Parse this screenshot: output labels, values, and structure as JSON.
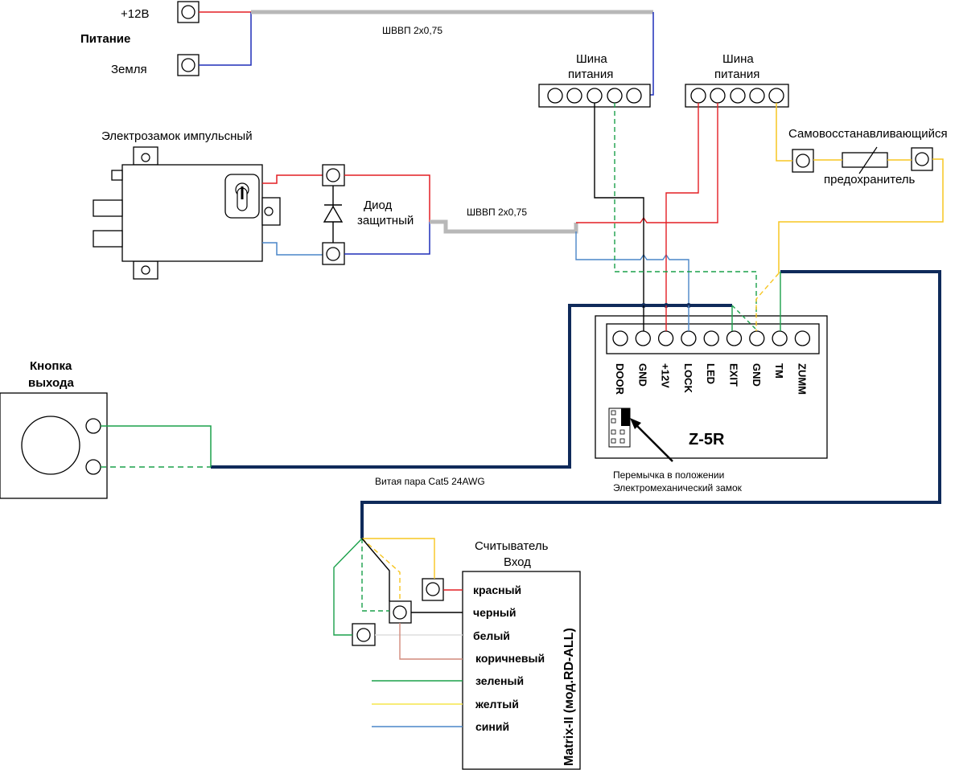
{
  "colors": {
    "red": "#e31e24",
    "blue": "#1f2fb8",
    "lightblue": "#4a86c8",
    "black": "#000000",
    "green": "#1aa04a",
    "yellow": "#f7c520",
    "lightyellow": "#f6e64a",
    "gray": "#b8b8b8",
    "navy": "#0f2a5a",
    "brown": "#d28a7c",
    "white": "#dddddd"
  },
  "power": {
    "plus12_label": "+12В",
    "title": "Питание",
    "ground_label": "Земля"
  },
  "cables": {
    "shvvp_top": "ШВВП 2х0,75",
    "shvvp_mid": "ШВВП 2х0,75",
    "twisted_pair": "Витая пара Cat5 24AWG"
  },
  "bus_left": {
    "line1": "Шина",
    "line2": "питания"
  },
  "bus_right": {
    "line1": "Шина",
    "line2": "питания"
  },
  "fuse": {
    "line1": "Самовосстанавливающийся",
    "line2": "предохранитель"
  },
  "lock": {
    "title": "Электрозамок импульсный"
  },
  "diode": {
    "line1": "Диод",
    "line2": "защитный"
  },
  "exit_button": {
    "line1": "Кнопка",
    "line2": "выхода"
  },
  "controller": {
    "name": "Z-5R",
    "terminals": [
      "DOOR",
      "GND",
      "+12V",
      "LOCK",
      "LED",
      "EXIT",
      "GND",
      "TM",
      "ZUMM"
    ],
    "jumper_line1": "Перемычка в положении",
    "jumper_line2": "Электромеханический замок"
  },
  "reader": {
    "title_line1": "Считыватель",
    "title_line2": "Вход",
    "model": "Matrix-II (мод.RD-ALL)",
    "wires": [
      "красный",
      "черный",
      "белый",
      "коричневый",
      "зеленый",
      "желтый",
      "синий"
    ]
  }
}
